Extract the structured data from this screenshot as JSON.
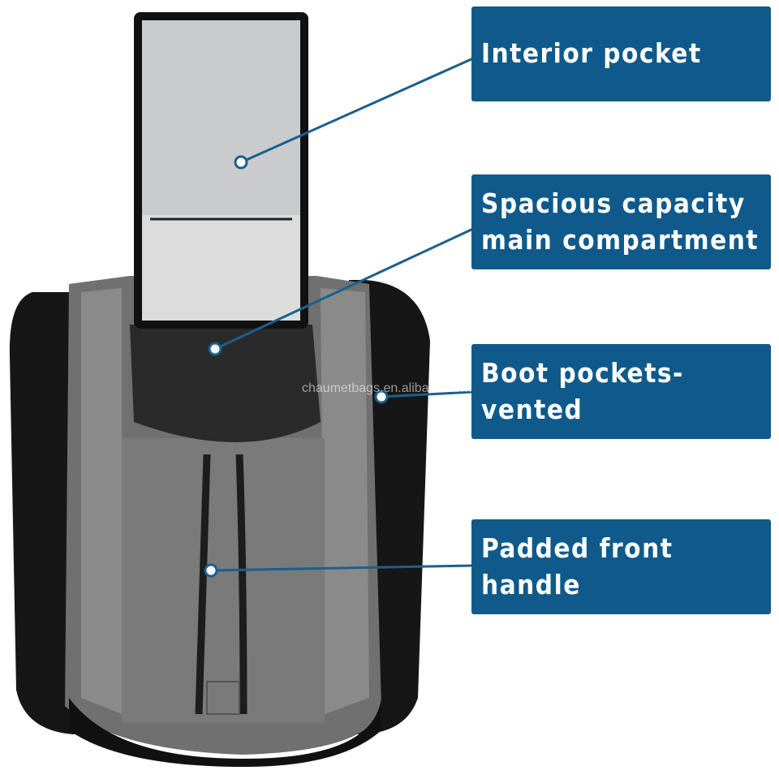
{
  "callouts": [
    {
      "label": "Interior pocket"
    },
    {
      "label": "Spacious capacity\nmain compartment"
    },
    {
      "label": "Boot pockets-vented"
    },
    {
      "label": "Padded front handle"
    }
  ],
  "watermark": "chaumetbags.en.alibaba.com",
  "colors": {
    "callout_bg": "#0f5a8b",
    "bag_dark": "#1a1a1a",
    "bag_gray": "#6e6e6e"
  }
}
